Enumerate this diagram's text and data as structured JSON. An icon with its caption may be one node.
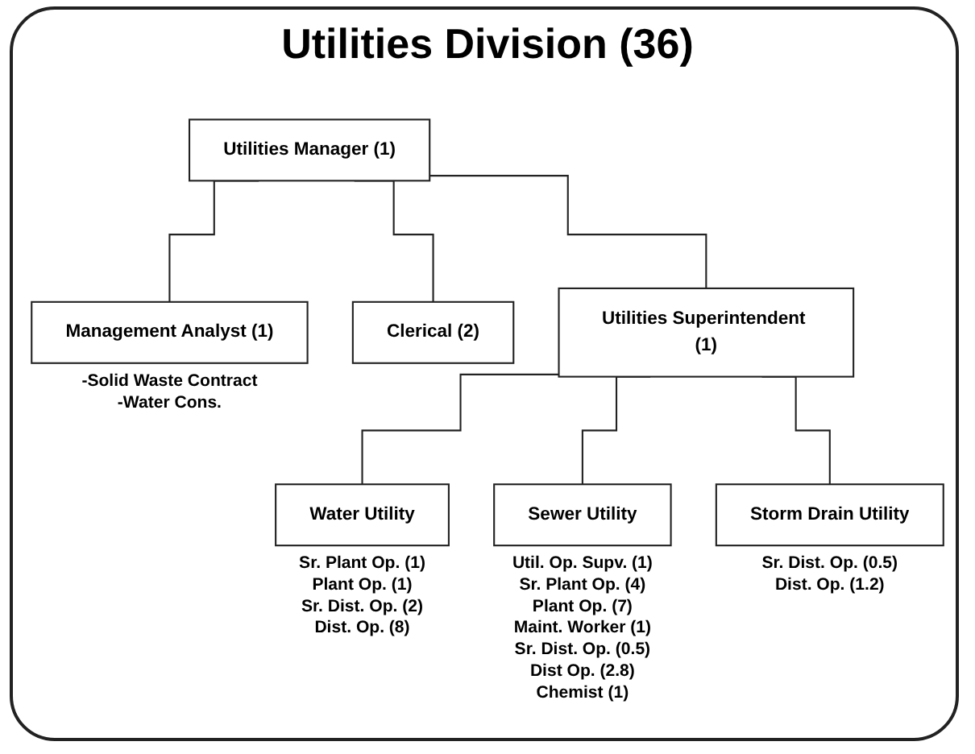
{
  "diagram": {
    "title": "Utilities Division (36)",
    "nodes": [
      {
        "text": [
          "Utilities Manager (1)"
        ]
      },
      {
        "text": [
          "Management Analyst (1)"
        ],
        "beside": [
          "-Solid Waste Contract",
          "-Water Cons."
        ]
      },
      {
        "text": [
          "Clerical (2)"
        ]
      },
      {
        "text": [
          "Utilities Superintendent (1)"
        ]
      },
      {
        "text": [
          "Water Utility"
        ],
        "beside": [
          "Sr. Plant Op. (1)",
          "Plant Op. (1)",
          "Sr. Dist. Op. (2)",
          "Dist. Op. (8)"
        ]
      },
      {
        "text": [
          "Sewer Utility"
        ],
        "beside": [
          "Util. Op. Supv. (1)",
          "Sr. Plant Op. (4)",
          "Plant Op. (7)",
          "Maint. Worker (1)",
          "Sr. Dist. Op. (0.5)",
          "Dist Op. (2.8)",
          "Chemist (1)"
        ]
      },
      {
        "text": [
          "Storm Drain Utility"
        ],
        "beside": [
          "Sr. Dist. Op. (0.5)",
          "Dist. Op. (1.2)"
        ]
      }
    ],
    "edges": [
      {
        "from": 0,
        "to": 1,
        "arrow": "none"
      },
      {
        "from": 0,
        "to": 2,
        "arrow": "none"
      },
      {
        "from": 0,
        "to": 3,
        "arrow": "none"
      },
      {
        "from": 3,
        "to": 4,
        "arrow": "none"
      },
      {
        "from": 3,
        "to": 5,
        "arrow": "none"
      },
      {
        "from": 3,
        "to": 6,
        "arrow": "none"
      }
    ]
  }
}
